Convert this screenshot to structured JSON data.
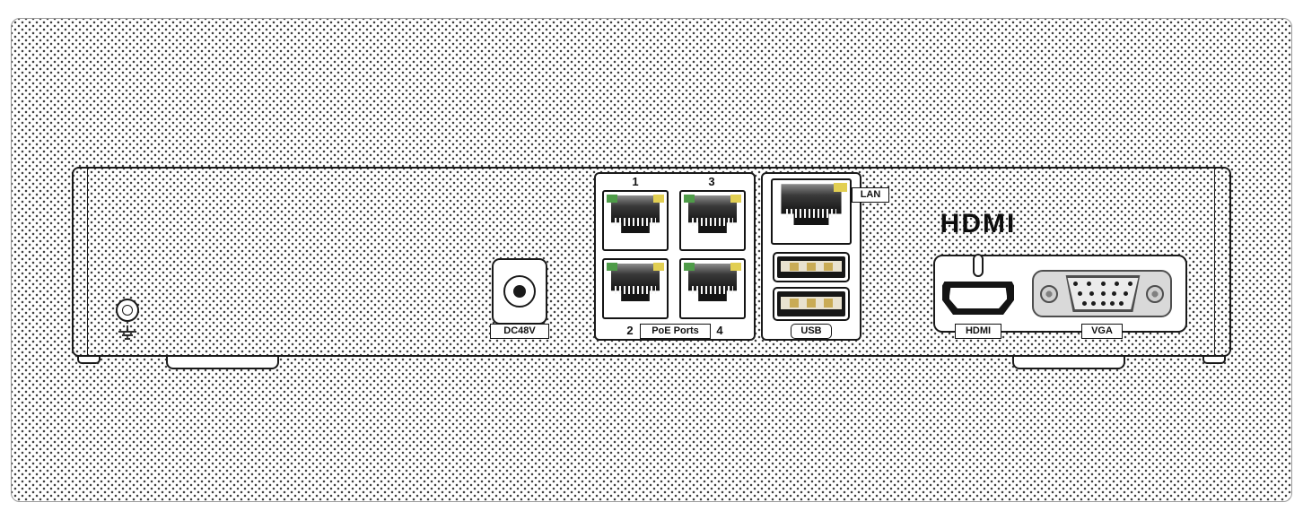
{
  "labels": {
    "power": "DC48V",
    "poe_group": "PoE Ports",
    "lan": "LAN",
    "usb": "USB",
    "hdmi_logo": "HDMI",
    "hdmi_port": "HDMI",
    "vga": "VGA"
  },
  "poe_port_numbers": [
    "1",
    "3",
    "2",
    "4"
  ],
  "colors": {
    "led_green": "#4e9b48",
    "led_yellow": "#e2cf52",
    "outline": "#1a1a1a"
  }
}
